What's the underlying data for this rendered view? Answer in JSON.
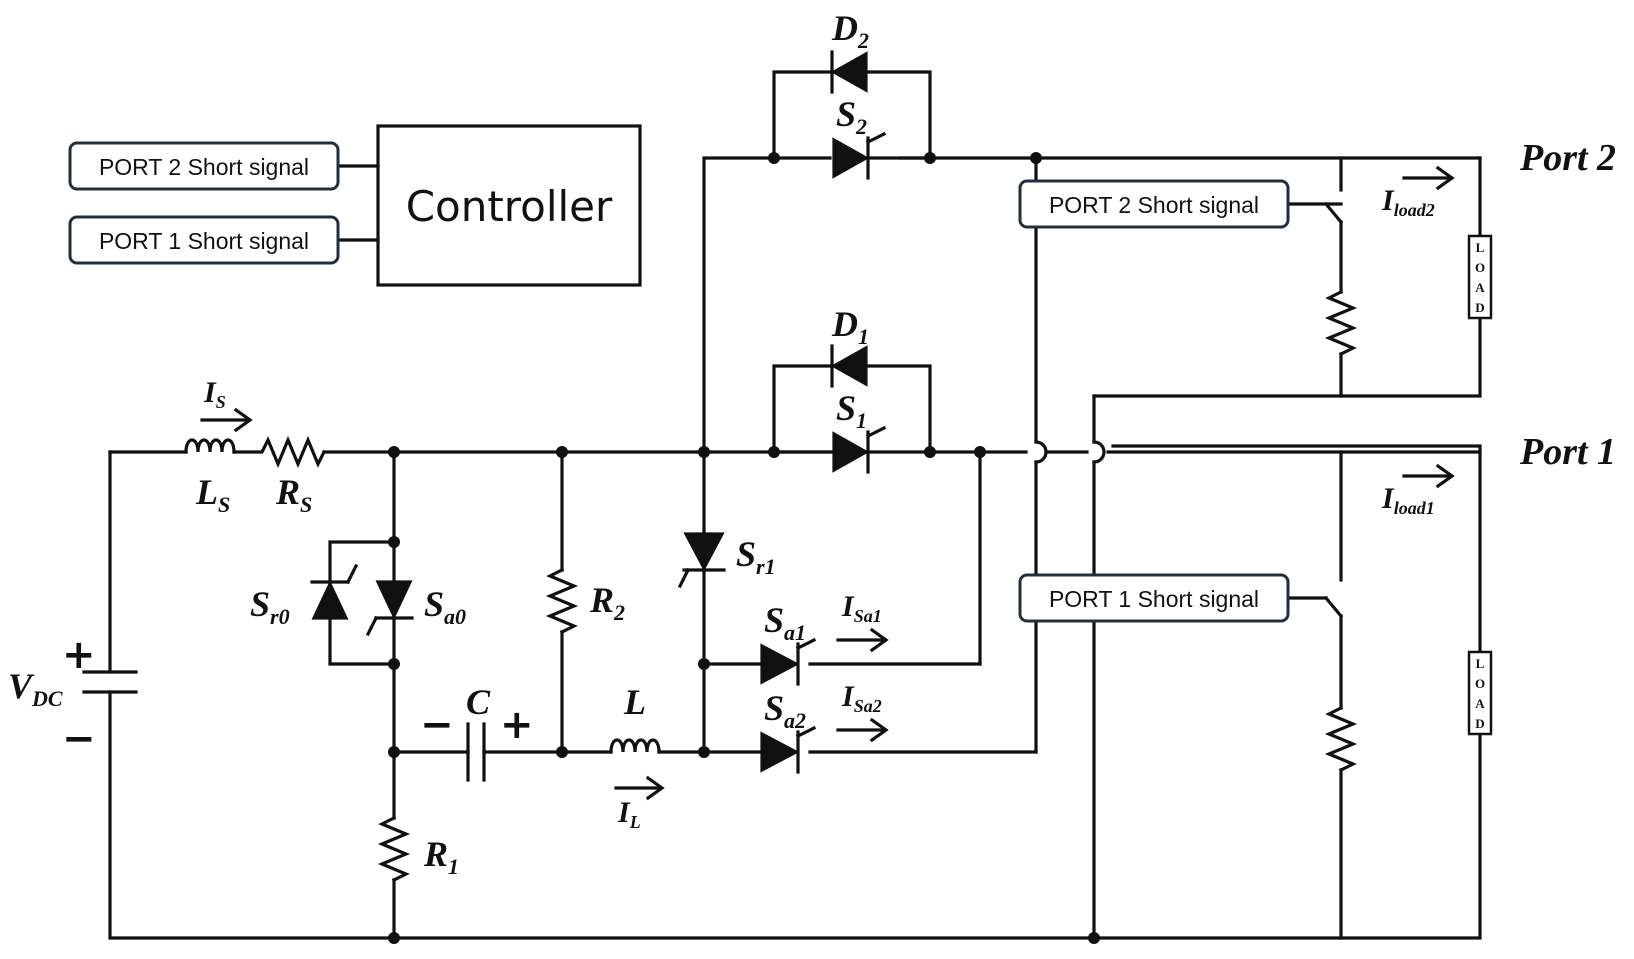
{
  "controller": {
    "label": "Controller"
  },
  "signals": {
    "ctrl_port2": "PORT 2 Short signal",
    "ctrl_port1": "PORT 1 Short signal",
    "port2_short": "PORT 2 Short signal",
    "port1_short": "PORT 1 Short signal"
  },
  "ports": {
    "port2": "Port 2",
    "port1": "Port 1"
  },
  "load_label": [
    "L",
    "O",
    "A",
    "D"
  ],
  "source": {
    "main": "V",
    "sub": "DC",
    "plus": "+",
    "minus": "−"
  },
  "capacitor": {
    "name": "C",
    "minus": "−",
    "plus": "+"
  },
  "components": {
    "LS": {
      "main": "L",
      "sub": "S"
    },
    "RS": {
      "main": "R",
      "sub": "S"
    },
    "IS": {
      "main": "I",
      "sub": "S"
    },
    "Sr0": {
      "main": "S",
      "sub": "r0"
    },
    "Sa0": {
      "main": "S",
      "sub": "a0"
    },
    "R2": {
      "main": "R",
      "sub": "2"
    },
    "R1": {
      "main": "R",
      "sub": "1"
    },
    "L": {
      "main": "L"
    },
    "IL": {
      "main": "I",
      "sub": "L"
    },
    "Sr1": {
      "main": "S",
      "sub": "r1"
    },
    "Sa1": {
      "main": "S",
      "sub": "a1"
    },
    "Sa2": {
      "main": "S",
      "sub": "a2"
    },
    "ISa1": {
      "main": "I",
      "sub": "Sa1"
    },
    "ISa2": {
      "main": "I",
      "sub": "Sa2"
    },
    "D1": {
      "main": "D",
      "sub": "1"
    },
    "S1": {
      "main": "S",
      "sub": "1"
    },
    "D2": {
      "main": "D",
      "sub": "2"
    },
    "S2": {
      "main": "S",
      "sub": "2"
    },
    "Iload2": {
      "main": "I",
      "sub": "load2"
    },
    "Iload1": {
      "main": "I",
      "sub": "load1"
    }
  }
}
